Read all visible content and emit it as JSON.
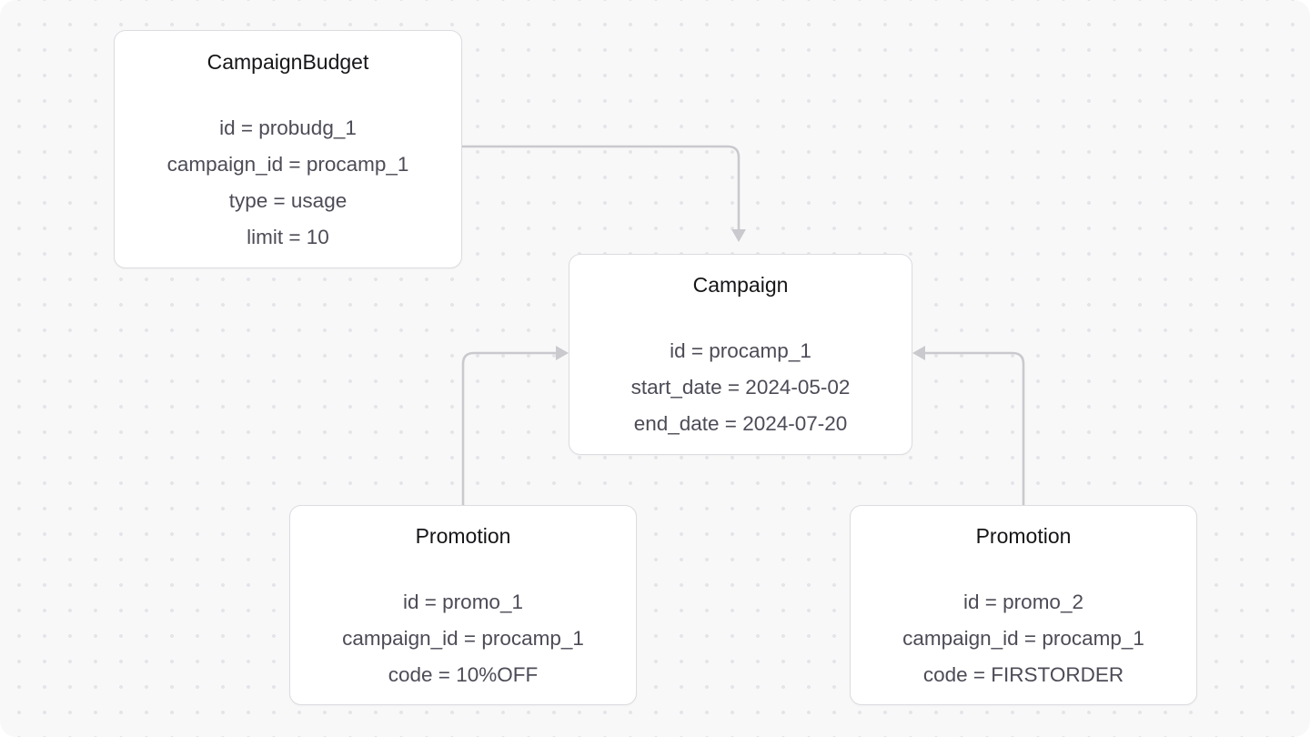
{
  "diagram": {
    "type": "entity-relationship-instance-graph",
    "background_color": "#f8f8f9",
    "dot_color": "#e5e5e9",
    "edge_color": "#c9c9ce",
    "node_background": "#ffffff",
    "node_border_color": "#dcdce1",
    "title_color": "#161619",
    "attribute_color": "#4c4c57",
    "nodes": [
      {
        "id": "campaignbudget",
        "title": "CampaignBudget",
        "attributes": [
          "id = probudg_1",
          "campaign_id = procamp_1",
          "type = usage",
          "limit = 10"
        ]
      },
      {
        "id": "campaign",
        "title": "Campaign",
        "attributes": [
          "id = procamp_1",
          "start_date = 2024-05-02",
          "end_date = 2024-07-20"
        ]
      },
      {
        "id": "promotion-1",
        "title": "Promotion",
        "attributes": [
          "id = promo_1",
          "campaign_id = procamp_1",
          "code = 10%OFF"
        ]
      },
      {
        "id": "promotion-2",
        "title": "Promotion",
        "attributes": [
          "id = promo_2",
          "campaign_id = procamp_1",
          "code = FIRSTORDER"
        ]
      }
    ],
    "edges": [
      {
        "id": "budget-to-campaign",
        "from": "campaignbudget",
        "to": "campaign",
        "from_side": "right",
        "to_side": "top"
      },
      {
        "id": "promotion1-to-campaign",
        "from": "promotion-1",
        "to": "campaign",
        "from_side": "top",
        "to_side": "left"
      },
      {
        "id": "promotion2-to-campaign",
        "from": "promotion-2",
        "to": "campaign",
        "from_side": "top",
        "to_side": "right"
      }
    ]
  }
}
